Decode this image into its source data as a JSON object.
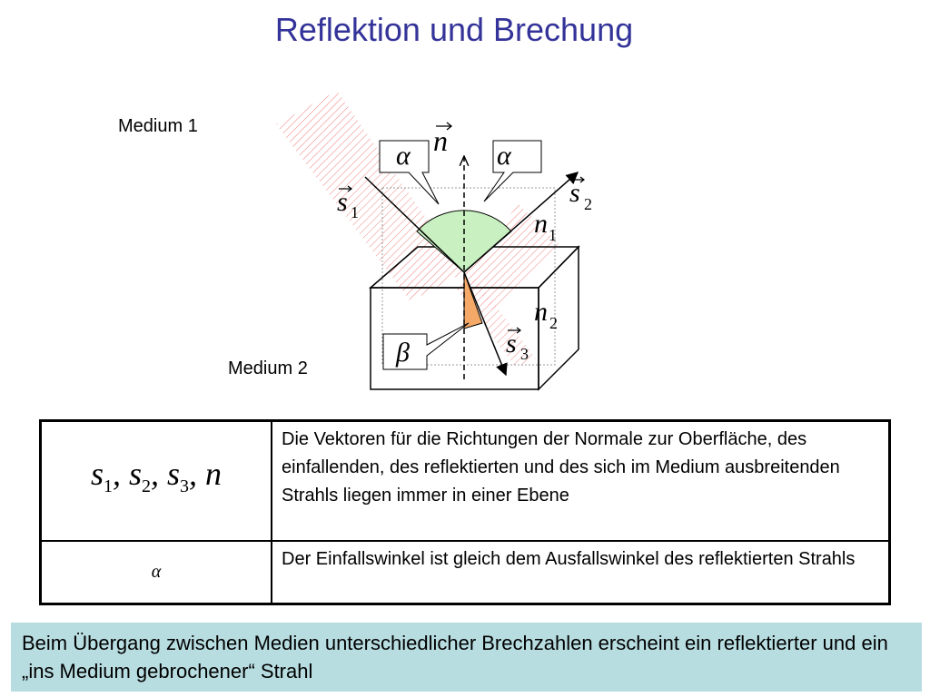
{
  "title": "Reflektion und Brechung",
  "diagram": {
    "medium1_label": "Medium 1",
    "medium2_label": "Medium 2",
    "normal_label": "n",
    "s1_label": "s",
    "s1_sub": "1",
    "s2_label": "s",
    "s2_sub": "2",
    "s3_label": "s",
    "s3_sub": "3",
    "n1_label": "n",
    "n1_sub": "1",
    "n2_label": "n",
    "n2_sub": "2",
    "alpha_left": "α",
    "alpha_right": "α",
    "beta": "β",
    "colors": {
      "incident_angle": "#c8f0c0",
      "refraction_angle": "#f5a968",
      "beam_hatch": "#f08080"
    }
  },
  "table": {
    "rows": [
      {
        "formula": [
          {
            "v": "s",
            "sub": "1"
          },
          {
            "v": "s",
            "sub": "2"
          },
          {
            "v": "s",
            "sub": "3"
          },
          {
            "v": "n",
            "sub": ""
          }
        ],
        "text": "Die Vektoren für die Richtungen der Normale zur Oberfläche, des einfallenden, des reflektierten und des sich im Medium ausbreitenden Strahls liegen immer in einer Ebene"
      },
      {
        "symbol": "α",
        "text": "Der Einfallswinkel ist gleich dem Ausfallswinkel des reflektierten Strahls"
      }
    ]
  },
  "footer": "Beim Übergang zwischen Medien unterschiedlicher Brechzahlen erscheint ein reflektierter und ein „ins Medium gebrochener“ Strahl"
}
